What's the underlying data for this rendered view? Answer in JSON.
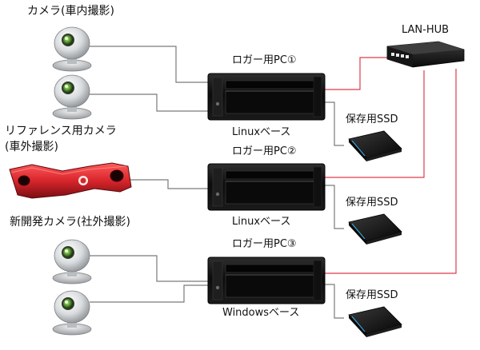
{
  "labels": {
    "camera_group_1": "カメラ(車内撮影)",
    "camera_group_2_line1": "リファレンス用カメラ",
    "camera_group_2_line2": "(車外撮影)",
    "camera_group_3": "新開発カメラ(社外撮影)",
    "pc1_title": "ロガー用PC①",
    "pc1_os": "Linuxベース",
    "pc2_title": "ロガー用PC②",
    "pc2_os": "Linuxベース",
    "pc3_title": "ロガー用PC③",
    "pc3_os": "Windowsベース",
    "ssd_1": "保存用SSD",
    "ssd_2": "保存用SSD",
    "ssd_3": "保存用SSD",
    "hub": "LAN-HUB"
  },
  "colors": {
    "camera_cable": "#7a7a7a",
    "lan_cable": "#e03a4a",
    "pc_body": "#141414",
    "reference_camera": "#d8262c",
    "hub_body": "#1c1c1c",
    "ssd_body": "#161616",
    "ssd_accent": "#3aa0d0"
  },
  "icons": [
    "webcam-icon",
    "reference-stereo-camera-icon",
    "logger-pc-icon",
    "ssd-icon",
    "lan-hub-icon"
  ]
}
